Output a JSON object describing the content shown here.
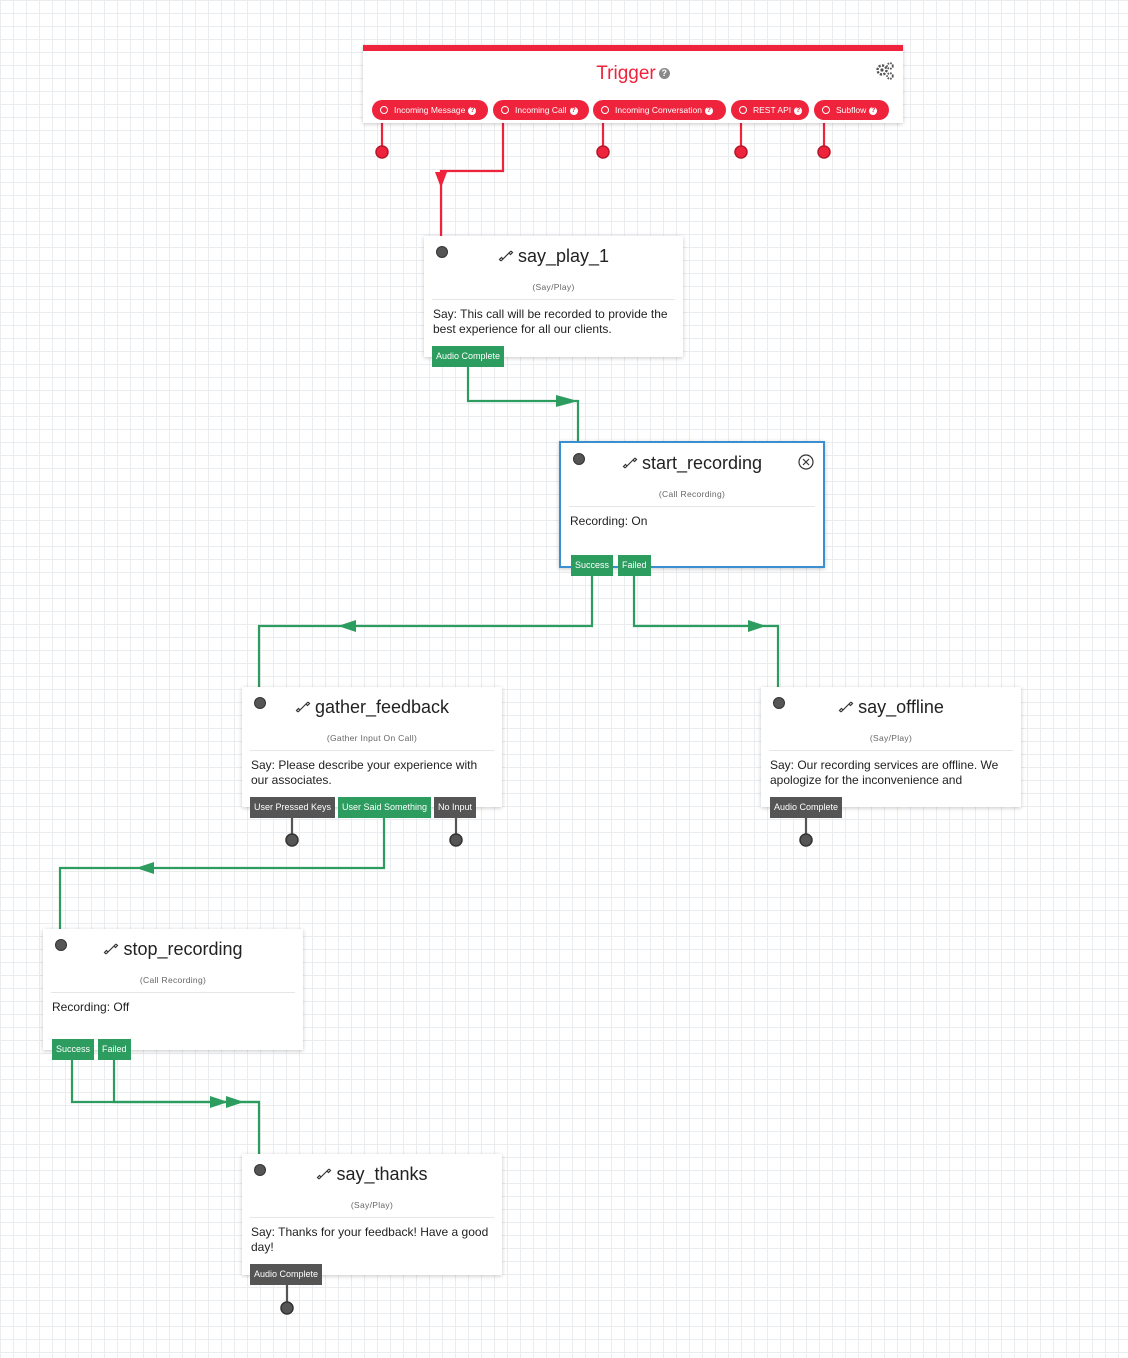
{
  "trigger": {
    "title": "Trigger",
    "help_icon": "question-circle-icon",
    "settings_icon": "gears-icon",
    "accent": "#ef233c",
    "pills": [
      {
        "label": "Incoming Message"
      },
      {
        "label": "Incoming Call"
      },
      {
        "label": "Incoming Conversation"
      },
      {
        "label": "REST API"
      },
      {
        "label": "Subflow"
      }
    ]
  },
  "widgets": {
    "say_play_1": {
      "name": "say_play_1",
      "type": "(Say/Play)",
      "body": "Say: This call will be recorded to provide the best experience for all our clients.",
      "transitions": [
        "Audio Complete"
      ]
    },
    "start_recording": {
      "name": "start_recording",
      "type": "(Call Recording)",
      "body": "Recording: On",
      "transitions": [
        "Success",
        "Failed"
      ]
    },
    "gather_feedback": {
      "name": "gather_feedback",
      "type": "(Gather Input On Call)",
      "body": "Say: Please describe your experience with our associates.",
      "transitions": [
        "User Pressed Keys",
        "User Said Something",
        "No Input"
      ]
    },
    "say_offline": {
      "name": "say_offline",
      "type": "(Say/Play)",
      "body": "Say: Our recording services are offline. We apologize for the inconvenience and",
      "transitions": [
        "Audio Complete"
      ]
    },
    "stop_recording": {
      "name": "stop_recording",
      "type": "(Call Recording)",
      "body": "Recording: Off",
      "transitions": [
        "Success",
        "Failed"
      ]
    },
    "say_thanks": {
      "name": "say_thanks",
      "type": "(Say/Play)",
      "body": "Say: Thanks for your feedback! Have a good day!",
      "transitions": [
        "Audio Complete"
      ]
    }
  },
  "colors": {
    "connected": "#2c9c5f",
    "unconnected": "#555555",
    "selected_border": "#3b8ed0"
  }
}
